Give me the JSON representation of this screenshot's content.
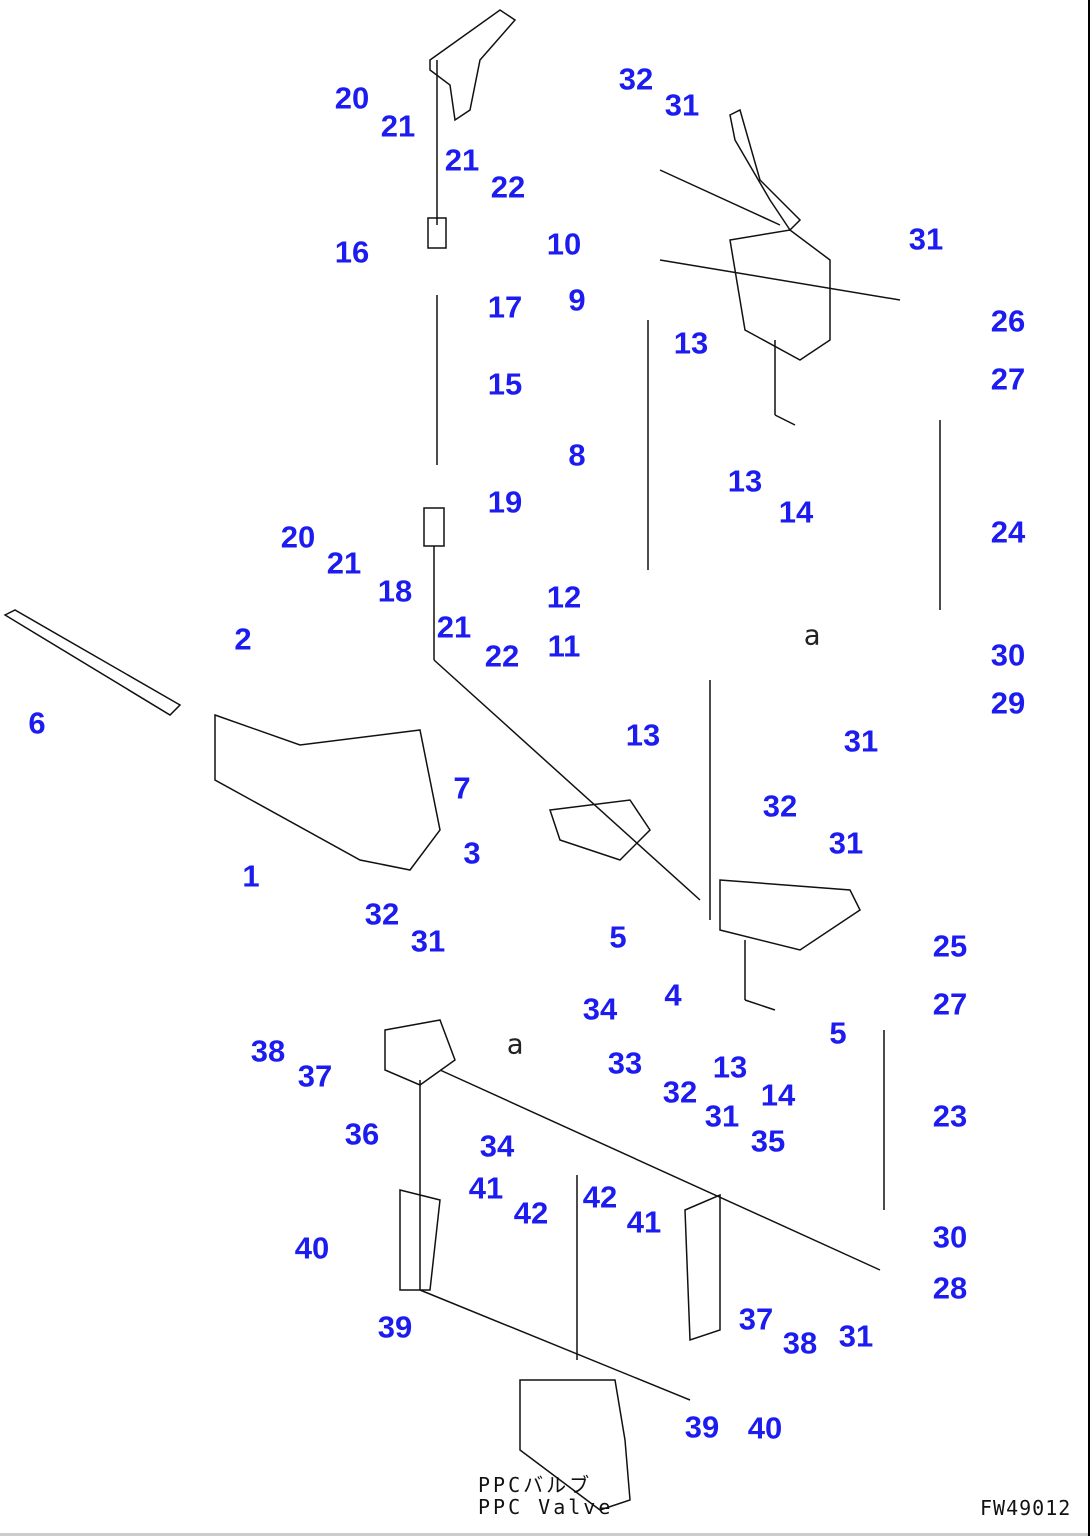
{
  "diagram": {
    "callouts": [
      "20",
      "21",
      "21",
      "22",
      "16",
      "17",
      "15",
      "19",
      "20",
      "21",
      "18",
      "21",
      "22",
      "2",
      "6",
      "7",
      "3",
      "1",
      "5",
      "32",
      "31",
      "10",
      "9",
      "13",
      "8",
      "13",
      "14",
      "12",
      "11",
      "13",
      "31",
      "26",
      "27",
      "24",
      "30",
      "29",
      "31",
      "32",
      "31",
      "25",
      "27",
      "4",
      "5",
      "13",
      "14",
      "23",
      "34",
      "33",
      "32",
      "31",
      "38",
      "37",
      "36",
      "32",
      "31",
      "35",
      "34",
      "41",
      "42",
      "42",
      "41",
      "40",
      "30",
      "28",
      "31",
      "37",
      "38",
      "39",
      "39",
      "40"
    ],
    "view_markers": [
      "a",
      "a"
    ],
    "component_label_jp": "PPCバルブ",
    "component_label_en": "PPC Valve",
    "figure_code": "FW49012"
  }
}
